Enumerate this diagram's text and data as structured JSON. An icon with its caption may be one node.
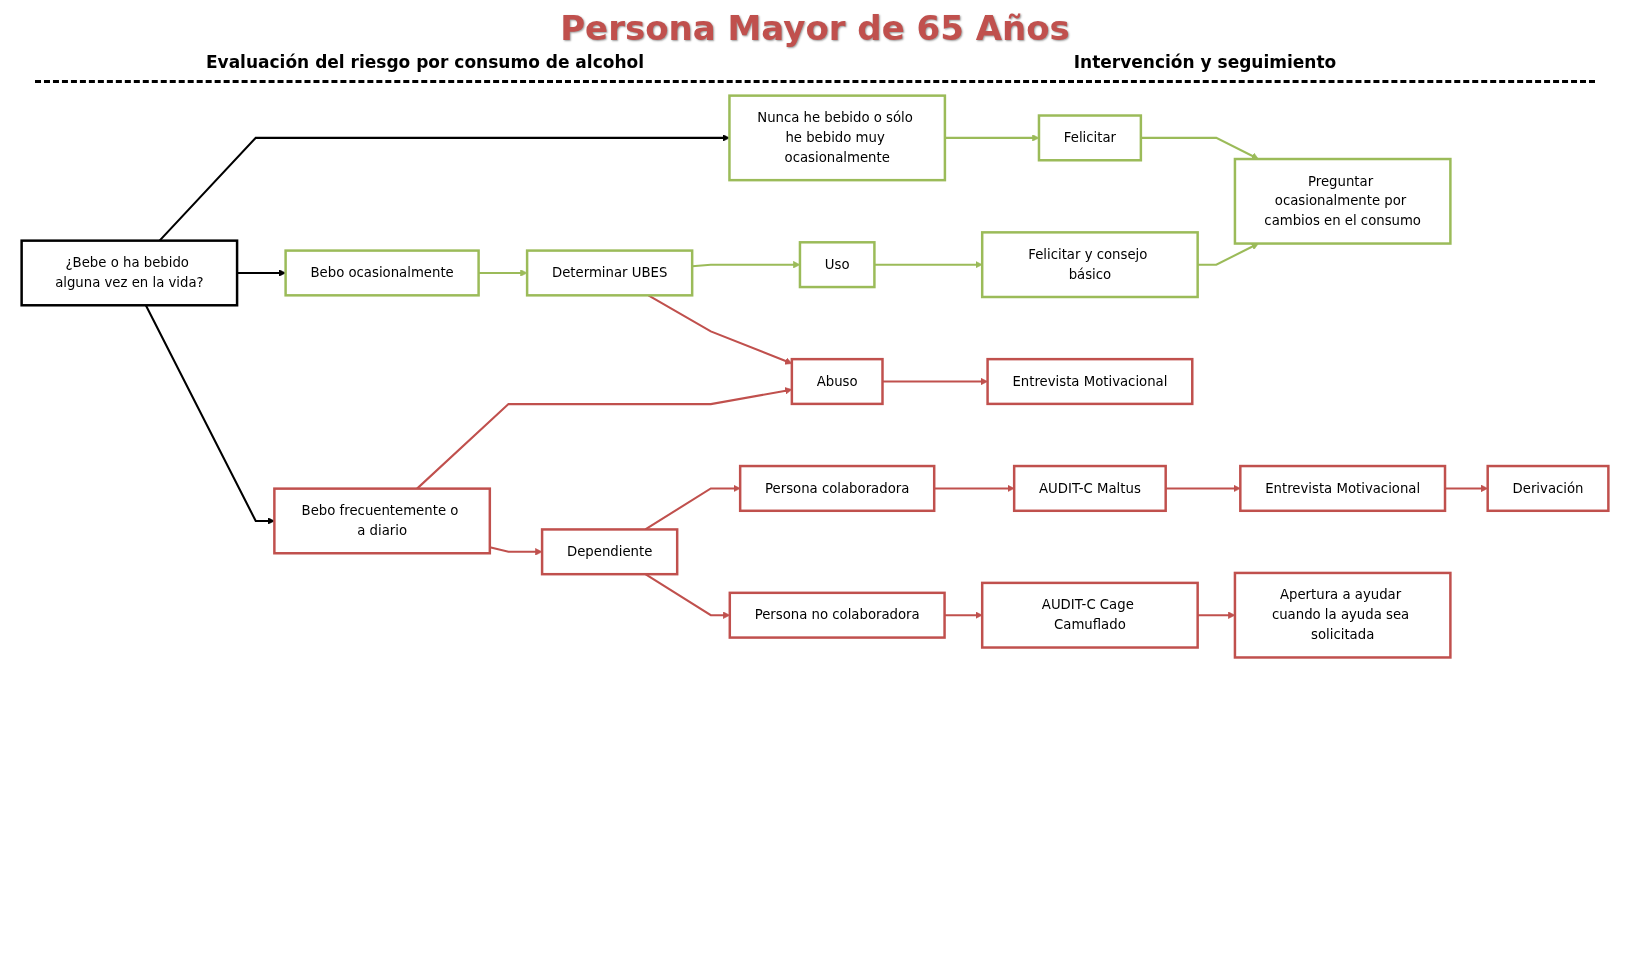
{
  "diagram": {
    "title": "Persona Mayor de 65 Años",
    "nodes": [
      {
        "text": [
          "¿Bebe o ha bebido alguna vez en la vida?"
        ]
      },
      {
        "text": [
          "Nunca he bebido o sólo he bebido muy ocasionalmente"
        ]
      },
      {
        "text": [
          "Bebo ocasionalmente"
        ]
      },
      {
        "text": [
          "Determinar UBES"
        ]
      },
      {
        "text": [
          "Uso"
        ]
      },
      {
        "text": [
          "Bebo frecuentemente o a diario"
        ]
      },
      {
        "text": [
          "Abuso"
        ]
      },
      {
        "text": [
          "Dependiente"
        ]
      },
      {
        "text": [
          "Persona colaboradora"
        ]
      },
      {
        "text": [
          "AUDIT-C Maltus"
        ]
      },
      {
        "text": [
          "Persona no colaboradora"
        ]
      },
      {
        "text": [
          "AUDIT-C Cage Camuflado"
        ]
      },
      {
        "text": [
          "Felicitar"
        ]
      },
      {
        "text": [
          "Preguntar ocasionalmente por cambios en el consumo"
        ]
      },
      {
        "text": [
          "Felicitar y consejo básico"
        ]
      },
      {
        "text": [
          "Entrevista Motivacional"
        ]
      },
      {
        "text": [
          "Entrevista Motivacional"
        ]
      },
      {
        "text": [
          "Derivación"
        ]
      },
      {
        "text": [
          "Apertura a ayudar cuando la ayuda sea solicitada"
        ]
      }
    ],
    "edges": [
      {
        "from": 0,
        "to": 1,
        "arrow": "to",
        "color": "#000000"
      },
      {
        "from": 0,
        "to": 2,
        "arrow": "to",
        "color": "#000000"
      },
      {
        "from": 0,
        "to": 5,
        "arrow": "to",
        "color": "#000000"
      },
      {
        "from": 1,
        "to": 12,
        "arrow": "to",
        "color": "#9bbb59"
      },
      {
        "from": 12,
        "to": 13,
        "arrow": "to",
        "color": "#9bbb59"
      },
      {
        "from": 2,
        "to": 3,
        "arrow": "to",
        "color": "#9bbb59"
      },
      {
        "from": 3,
        "to": 4,
        "arrow": "to",
        "color": "#9bbb59"
      },
      {
        "from": 4,
        "to": 14,
        "arrow": "to",
        "color": "#9bbb59"
      },
      {
        "from": 14,
        "to": 13,
        "arrow": "to",
        "color": "#9bbb59"
      },
      {
        "from": 3,
        "to": 6,
        "arrow": "to"
      },
      {
        "from": 5,
        "to": 6,
        "arrow": "to"
      },
      {
        "from": 5,
        "to": 7,
        "arrow": "to"
      },
      {
        "from": 6,
        "to": 15,
        "arrow": "to"
      },
      {
        "from": 7,
        "to": 8,
        "arrow": "to"
      },
      {
        "from": 7,
        "to": 10,
        "arrow": "to"
      },
      {
        "from": 8,
        "to": 9,
        "arrow": "to"
      },
      {
        "from": 9,
        "to": 16,
        "arrow": "to"
      },
      {
        "from": 16,
        "to": 17,
        "arrow": "to"
      },
      {
        "from": 10,
        "to": 11,
        "arrow": "to"
      },
      {
        "from": 11,
        "to": 18,
        "arrow": "to"
      }
    ],
    "labels": [
      "Evaluación del riesgo por consumo de alcohol",
      "Intervención y seguimiento"
    ]
  }
}
